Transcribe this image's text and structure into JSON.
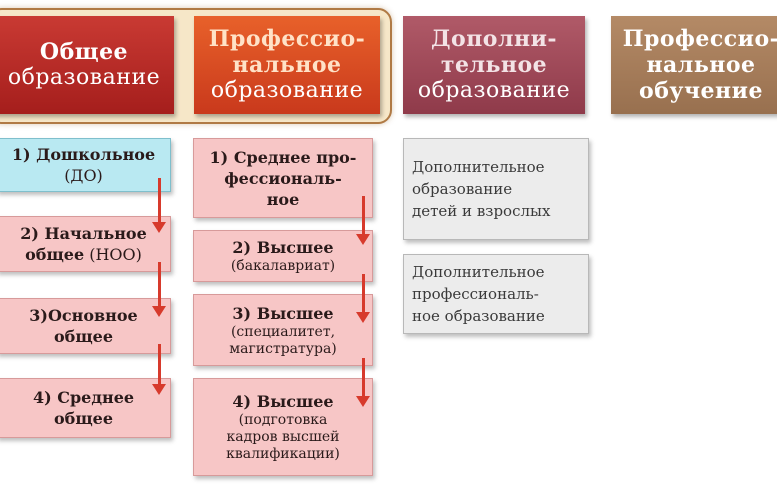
{
  "headers": {
    "general": {
      "line1": "Общее",
      "line2": "образование"
    },
    "professional": {
      "line1": "Профессио-",
      "line2": "нальное",
      "line3": "образование"
    },
    "additional": {
      "line1": "Дополни-",
      "line2": "тельное",
      "line3": "образование"
    },
    "training": {
      "line1": "Профессио-",
      "line2": "нальное",
      "line3": "обучение"
    }
  },
  "general_levels": [
    {
      "title": "1) Дошкольное",
      "sub": "(ДО)"
    },
    {
      "title": "2) Начальное",
      "title2": "общее",
      "sub": "(НОО)"
    },
    {
      "title": "3)Основное",
      "title2": "общее"
    },
    {
      "title": "4) Среднее",
      "title2": "общее"
    }
  ],
  "professional_levels": [
    {
      "title": "1) Среднее про-",
      "title2": "фессиональ-",
      "title3": "ное"
    },
    {
      "title": "2) Высшее",
      "sub": "(бакалавриат)"
    },
    {
      "title": "3) Высшее",
      "sub": "(специалитет,",
      "sub2": "магистратура)"
    },
    {
      "title": "4) Высшее",
      "sub": "(подготовка",
      "sub2": "кадров высшей",
      "sub3": "квалификации)"
    }
  ],
  "additional_items": [
    {
      "line1": "Дополнительное",
      "line2": "образование",
      "line3": "детей и взрослых"
    },
    {
      "line1": "Дополнительное",
      "line2": "профессиональ-",
      "line3": "ное образование"
    }
  ],
  "colors": {
    "general_header": "#b52a26",
    "professional_header": "#d9492a",
    "additional_header": "#9f4a59",
    "training_header": "#a67d5b",
    "level_box": "#f7c6c6",
    "preschool_box": "#b9e9f2",
    "additional_box": "#ececec",
    "arrow": "#d73a2c"
  }
}
